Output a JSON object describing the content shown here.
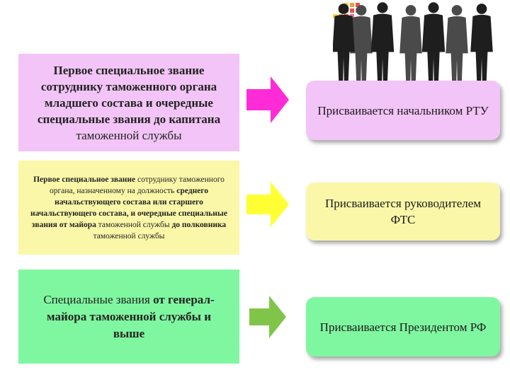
{
  "rows": [
    {
      "left_html": "<b>Первое специальное звание сотруднику таможенного органа младшего состава и очередные специальные звания до капитана</b> таможенной службы",
      "right": "Присваивается начальником РТУ",
      "colors": {
        "left": "#f3c4f7",
        "arrow": "#ff2bd6",
        "right": "#f3c4f7"
      }
    },
    {
      "left_html": "<b>Первое специальное звание</b> сотруднику таможенного органа, назначенному на должность <b>среднего начальствующего состава или старшего начальствующего состава, и очередные специальные звания от майора</b> таможенной службы <b>до полковника</b> таможенной службы",
      "right": "Присваивается руководителем ФТС",
      "colors": {
        "left": "#fbf7a8",
        "arrow": "#ffff33",
        "right": "#fbf7a8"
      }
    },
    {
      "left_html": "Специальные звания <b>от генерал-майора таможенной службы и выше</b>",
      "right": "Присваивается Президентом РФ",
      "colors": {
        "left": "#7ff7a0",
        "arrow": "#80c54a",
        "right": "#7ff7a0"
      }
    }
  ],
  "icons": [
    "business-people-silhouettes-icon",
    "color-mosaic-corner-icon",
    "right-arrow-icon"
  ]
}
